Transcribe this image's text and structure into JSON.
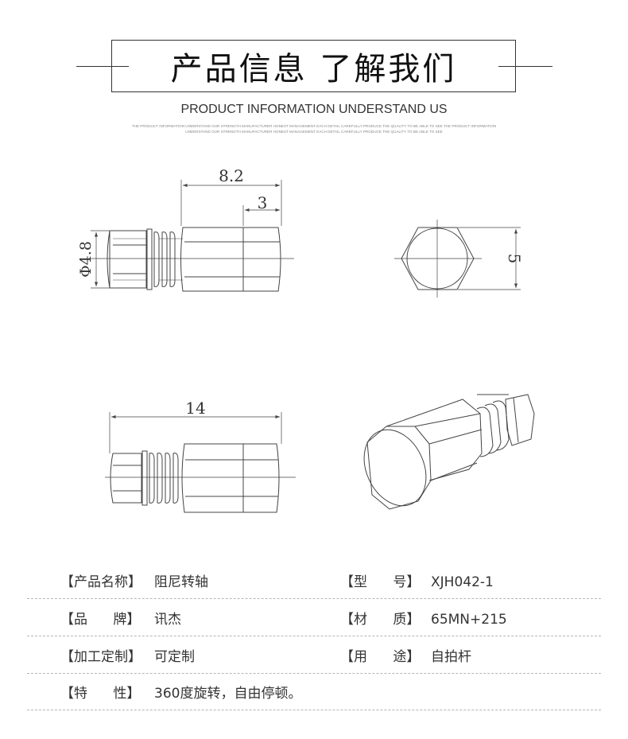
{
  "header": {
    "title": "产品信息  了解我们",
    "subtitle": "PRODUCT INFORMATION UNDERSTAND US",
    "tiny_line_1": "THE PRODUCT INFORMATION UNDERSTAND OUR STRENGTH MANUFACTURER HONEST MANAGEMENT EACH DETAIL CAREFULLY PRODUCE THE QUALITY TO BE ABLE TO SEE THE PRODUCT INFORMATION",
    "tiny_line_2": "UNDERSTAND OUR STRENGTH MANUFACTURER HONEST MANAGEMENT EACH DETAIL CAREFULLY PRODUCE THE QUALITY TO BE ABLE TO SEE"
  },
  "dimensions": {
    "overall_top": "8.2",
    "hex_length": "3",
    "diameter": "Φ4.8",
    "hex_across": "5",
    "total_length": "14"
  },
  "specs": {
    "rows": [
      {
        "left_label": "【产品名称】",
        "left_value": "阻尼转轴",
        "right_label": "【型      号】",
        "right_value": "XJH042-1"
      },
      {
        "left_label": "【品      牌】",
        "left_value": "讯杰",
        "right_label": "【材      质】",
        "right_value": "65MN+215"
      },
      {
        "left_label": "【加工定制】",
        "left_value": "可定制",
        "right_label": "【用      途】",
        "right_value": "自拍杆"
      },
      {
        "left_label": "【特      性】",
        "left_value": "360度旋转，自由停顿。",
        "right_label": "",
        "right_value": ""
      }
    ]
  }
}
